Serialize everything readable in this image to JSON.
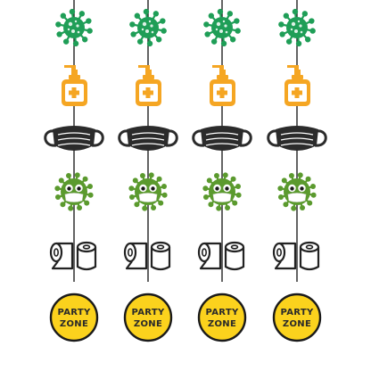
{
  "scene": {
    "description_free": true,
    "strand_count": 4,
    "strands": [
      {
        "ornaments": [
          "green-virus",
          "hand-sanitizer",
          "face-mask",
          "smiling-virus-with-mask",
          "toilet-paper-rolls",
          "party-zone-badge"
        ]
      },
      {
        "ornaments": [
          "green-virus",
          "hand-sanitizer",
          "face-mask",
          "smiling-virus-with-mask",
          "toilet-paper-rolls",
          "party-zone-badge"
        ]
      },
      {
        "ornaments": [
          "green-virus",
          "hand-sanitizer",
          "face-mask",
          "smiling-virus-with-mask",
          "toilet-paper-rolls",
          "party-zone-badge"
        ]
      },
      {
        "ornaments": [
          "green-virus",
          "hand-sanitizer",
          "face-mask",
          "smiling-virus-with-mask",
          "toilet-paper-rolls",
          "party-zone-badge"
        ]
      }
    ]
  },
  "badge": {
    "line1": "PARTY",
    "line2": "ZONE"
  },
  "colors": {
    "virus_green": "#1f9e57",
    "virus_olive": "#5b9a2e",
    "sanitizer_orange": "#f5a623",
    "mask_black": "#2b2b2b",
    "badge_yellow": "#fbd21d",
    "string": "#222222"
  }
}
